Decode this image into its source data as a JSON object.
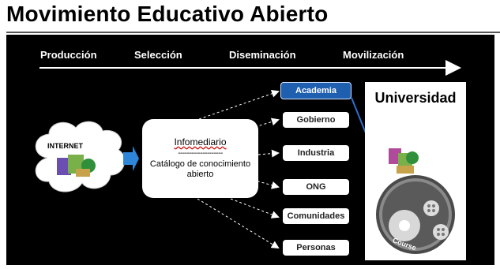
{
  "title": "Movimiento Educativo Abierto",
  "stages": [
    "Producción",
    "Selección",
    "Diseminación",
    "Movilización"
  ],
  "internet_label": "INTERNET",
  "infomediario": {
    "title": "Infomediario",
    "divider": "--------------------",
    "subtitle": "Catálogo de conocimiento abierto"
  },
  "targets": [
    "Academia",
    "Gobierno",
    "Industria",
    "ONG",
    "Comunidades",
    "Personas"
  ],
  "universidad": "Universidad",
  "course_label": "Course",
  "colors": {
    "panel": "#000000",
    "academia": "#1f5fb0",
    "arrow_blue": "#2f6fd0"
  }
}
